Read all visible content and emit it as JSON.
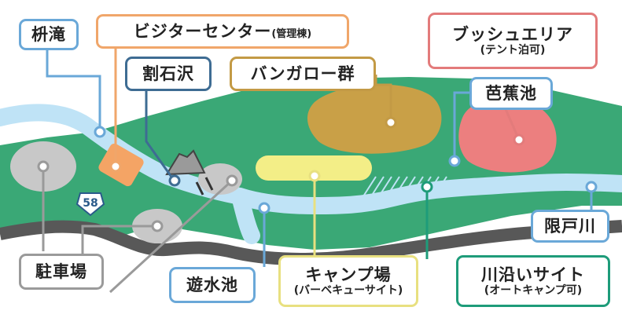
{
  "colors": {
    "land": "#3aa876",
    "river": "#bfe3f6",
    "road": "#585858",
    "parking": "#c8c8c8",
    "bungalow": "#c9a047",
    "bush": "#ec7f7f",
    "camp": "#f3ee87",
    "visitor": "#f4a465"
  },
  "route_badge": "58",
  "labels": {
    "masutaki": "枡滝",
    "visitor_center": {
      "name": "ビジターセンター",
      "note": "(管理棟)"
    },
    "warishizawa": "割石沢",
    "bungalow": "バンガロー群",
    "bush_area": {
      "name": "ブッシュエリア",
      "note": "(テント泊可)"
    },
    "bashoike": "芭蕉池",
    "gendogawa": "限戸川",
    "parking": "駐車場",
    "yusuiike": "遊水池",
    "campground": {
      "name": "キャンプ場",
      "note": "(バーベキューサイト)"
    },
    "riverside_site": {
      "name": "川沿いサイト",
      "note": "(オートキャンプ可)"
    }
  }
}
